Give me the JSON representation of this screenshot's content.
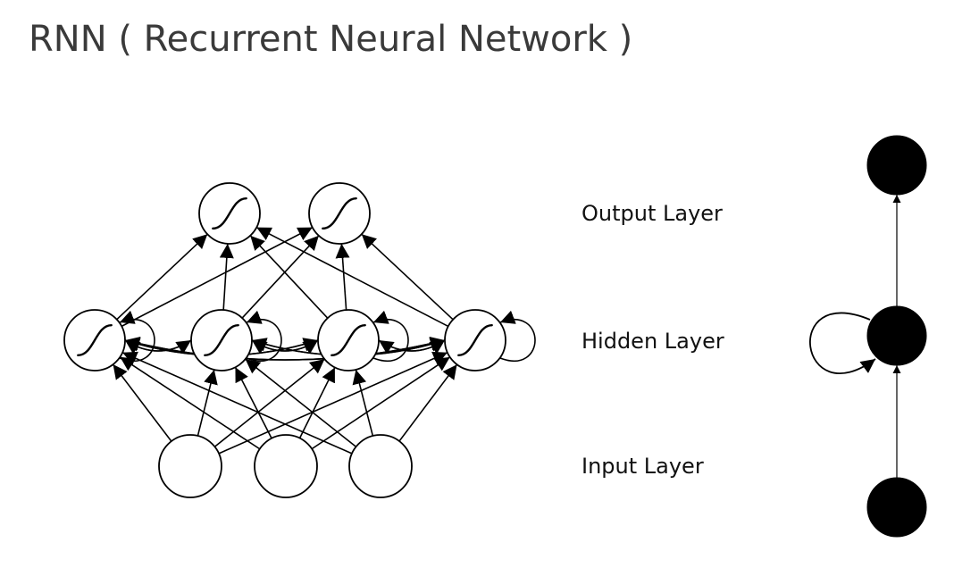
{
  "title": "RNN ( Recurrent Neural Network )",
  "labels": {
    "output": "Output Layer",
    "hidden": "Hidden Layer",
    "input": "Input Layer"
  },
  "network": {
    "input_count": 3,
    "hidden_count": 4,
    "output_count": 2,
    "hidden_activation": "sigmoid-icon",
    "output_activation": "sigmoid-icon",
    "input_to_hidden": "fully-connected",
    "hidden_to_output": "fully-connected",
    "hidden_to_hidden": "fully-connected-recurrent"
  },
  "colors": {
    "text": "#3a3a3a",
    "stroke": "#000000",
    "node_fill": "#ffffff",
    "compact_node_fill": "#000000"
  }
}
